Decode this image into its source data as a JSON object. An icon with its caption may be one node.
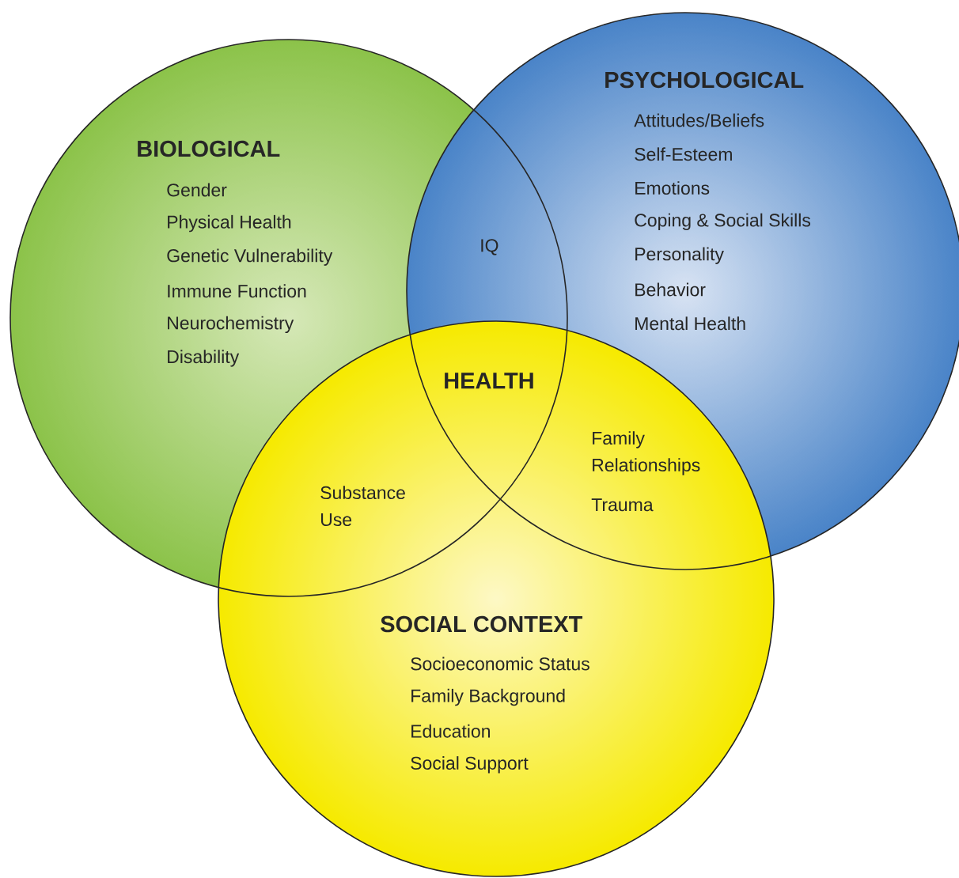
{
  "diagram": {
    "nodes": [
      {
        "text": [
          "BIOLOGICAL",
          "Gender",
          "Physical Health",
          "Genetic Vulnerability",
          "Immune Function",
          "Neurochemistry",
          "Disability"
        ]
      },
      {
        "text": [
          "PSYCHOLOGICAL",
          "Attitudes/Beliefs",
          "Self-Esteem",
          "Emotions",
          "Coping & Social Skills",
          "Personality",
          "Behavior",
          "Mental Health"
        ]
      },
      {
        "text": [
          "SOCIAL CONTEXT",
          "Socioeconomic Status",
          "Family Background",
          "Education",
          "Social Support"
        ]
      }
    ],
    "labels": [
      "IQ",
      "HEALTH",
      "Family Relationships",
      "Substance Use",
      "Trauma"
    ]
  }
}
